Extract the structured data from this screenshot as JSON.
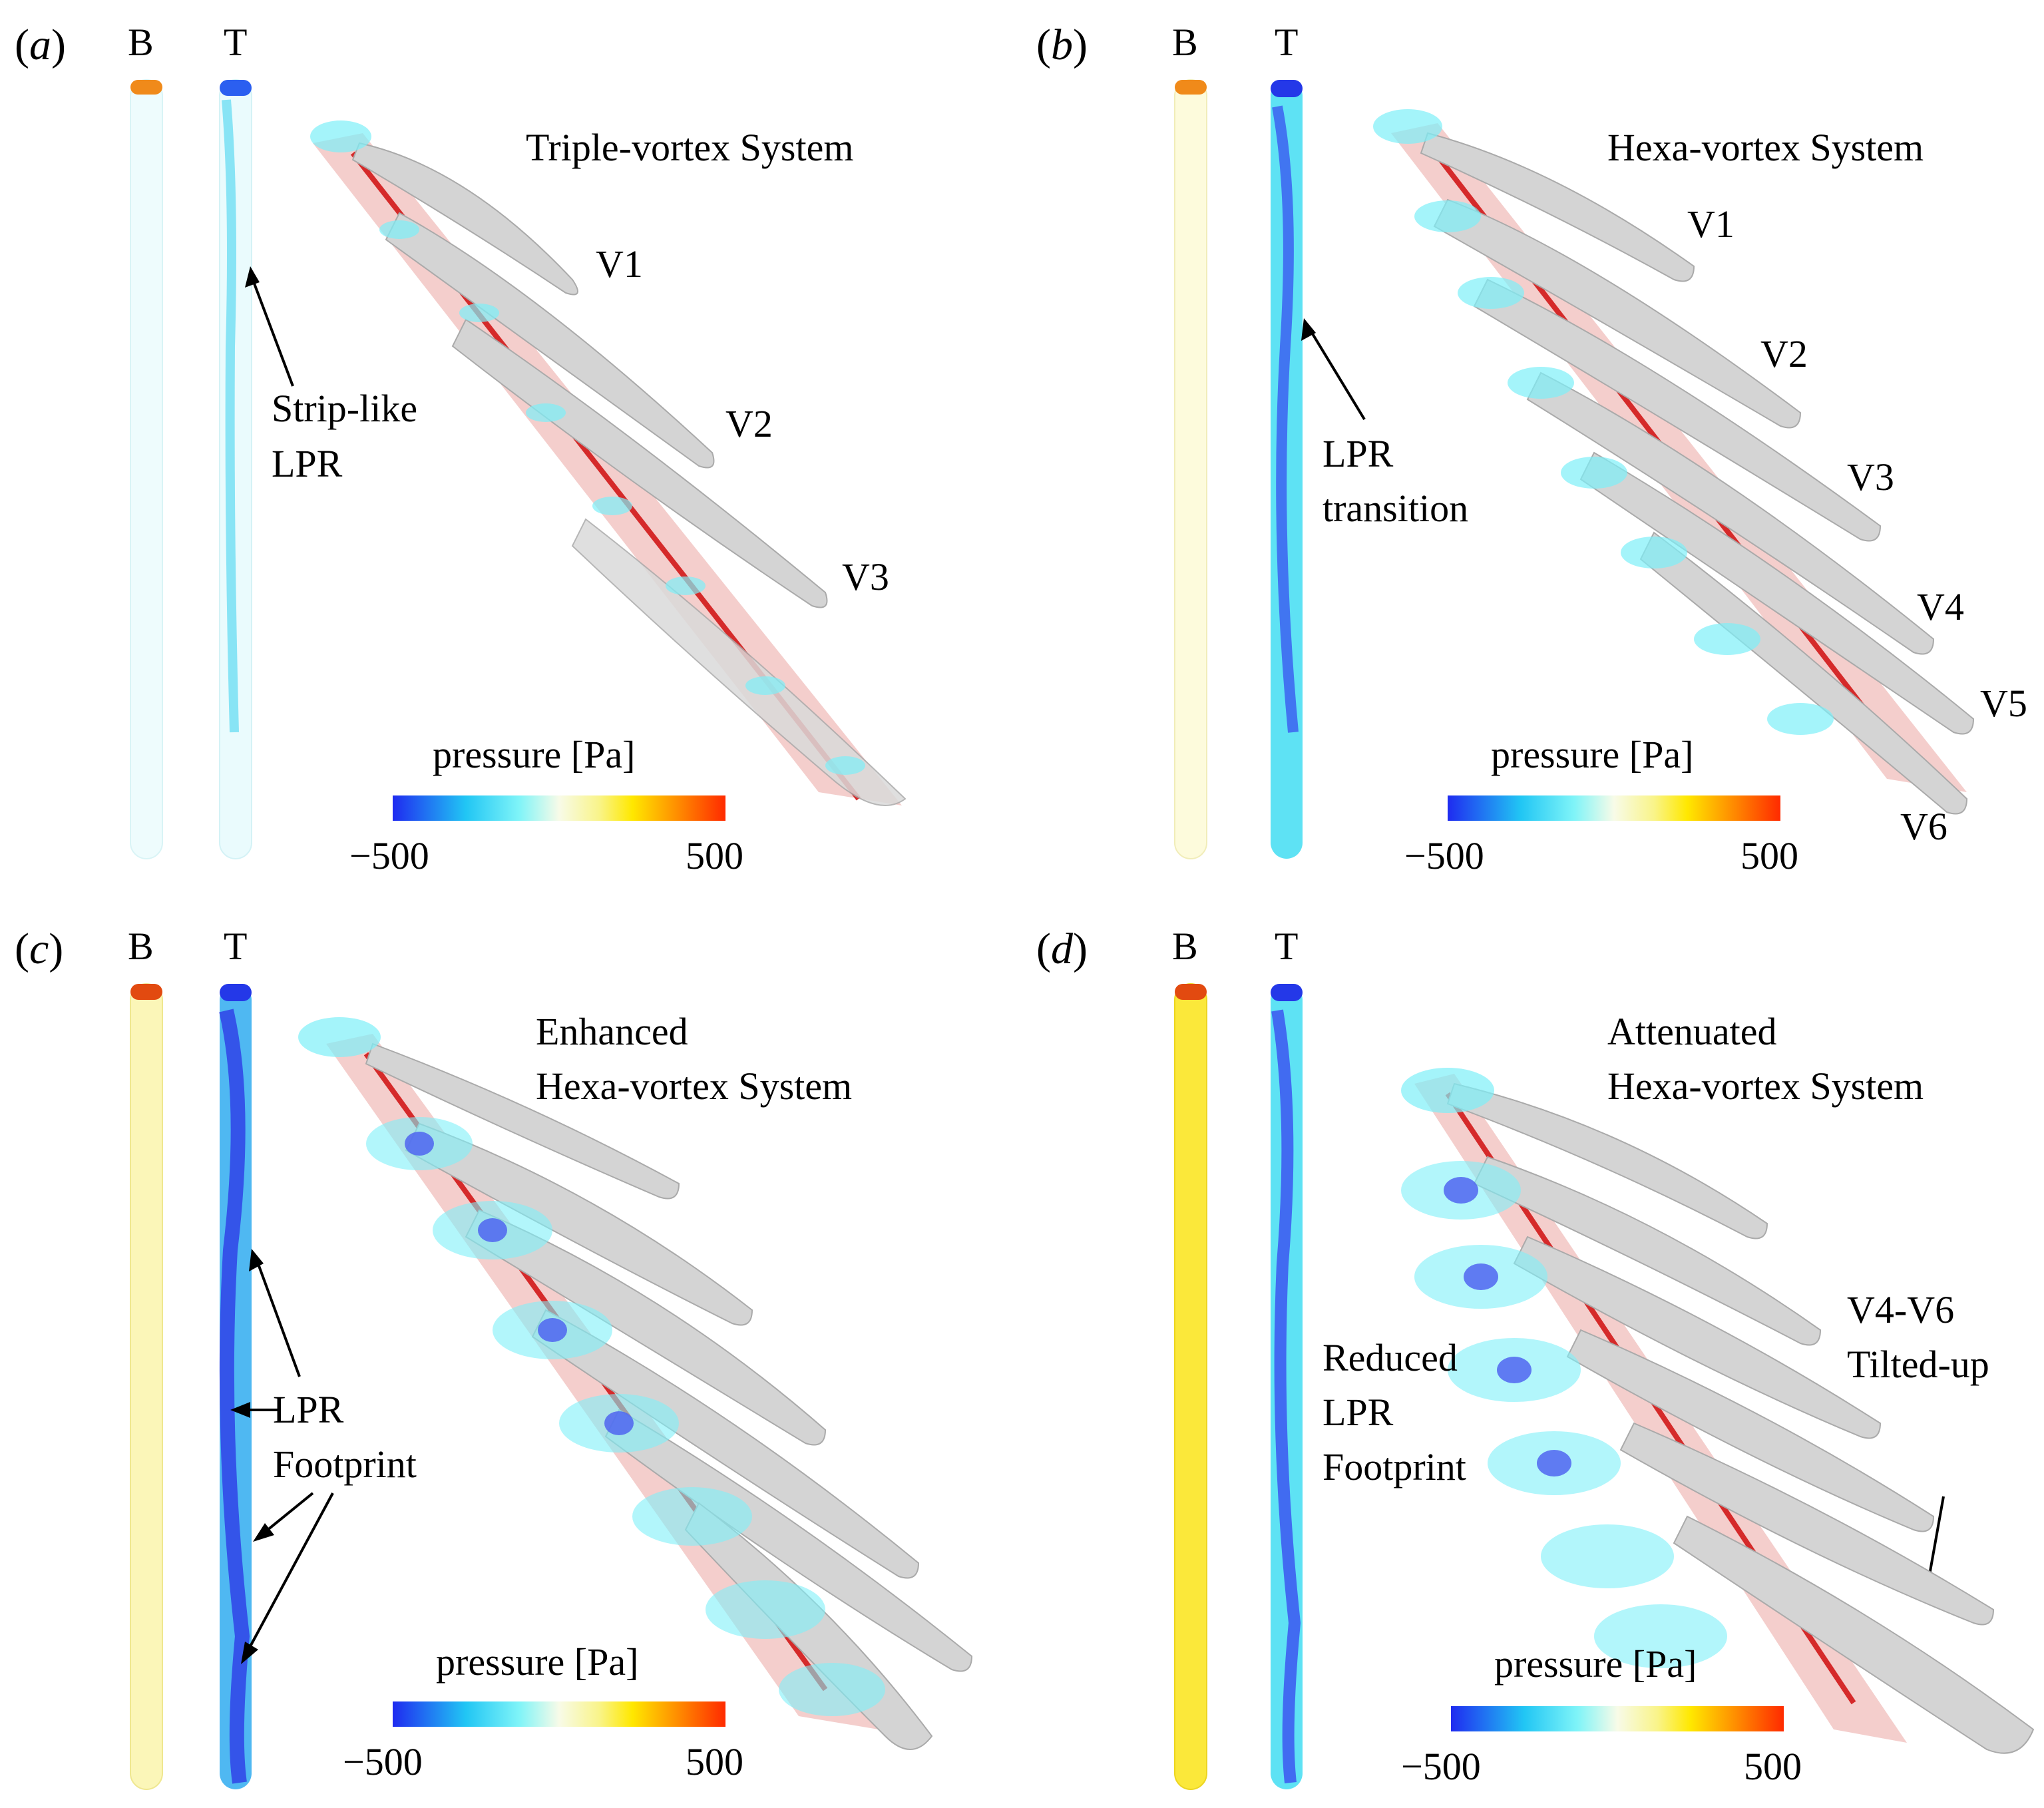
{
  "panels": [
    {
      "letter": "a",
      "strip_b": "B",
      "strip_t": "T",
      "title_lines": [
        "Triple-vortex System"
      ],
      "vortex_labels": [
        "V1",
        "V2",
        "V3"
      ],
      "annotation_lines": [
        "Strip-like",
        "LPR"
      ]
    },
    {
      "letter": "b",
      "strip_b": "B",
      "strip_t": "T",
      "title_lines": [
        "Hexa-vortex System"
      ],
      "vortex_labels": [
        "V1",
        "V2",
        "V3",
        "V4",
        "V5",
        "V6"
      ],
      "annotation_lines": [
        "LPR",
        "transition"
      ]
    },
    {
      "letter": "c",
      "strip_b": "B",
      "strip_t": "T",
      "title_lines": [
        "Enhanced",
        "Hexa-vortex System"
      ],
      "vortex_labels": [],
      "annotation_lines": [
        "LPR",
        "Footprint"
      ]
    },
    {
      "letter": "d",
      "strip_b": "B",
      "strip_t": "T",
      "title_lines": [
        "Attenuated",
        "Hexa-vortex System"
      ],
      "vortex_labels": [],
      "annotation_lines": [
        "Reduced",
        "LPR",
        "Footprint"
      ],
      "annotation2_lines": [
        "V4-V6",
        "Tilted-up"
      ]
    }
  ],
  "colorbar": {
    "title": "pressure [Pa]",
    "min_label": "−500",
    "max_label": "500",
    "min": -500,
    "max": 500
  },
  "colors": {
    "low": "#1f2bf0",
    "mid_low": "#21c6f4",
    "mid_high": "#ffe800",
    "high": "#ff2a00",
    "vortex_gray": "#c8c8c8",
    "wing_red": "#e05050"
  }
}
